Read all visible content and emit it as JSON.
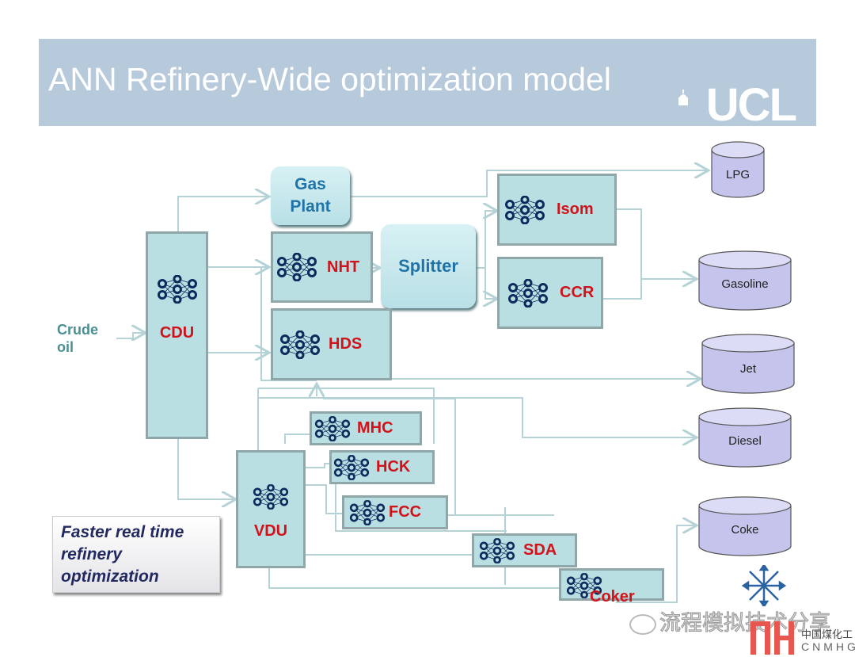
{
  "header": {
    "title": "ANN Refinery-Wide optimization model",
    "logo": "UCL"
  },
  "input": {
    "label_line1": "Crude",
    "label_line2": "oil"
  },
  "units": {
    "cdu": "CDU",
    "gas_plant_line1": "Gas",
    "gas_plant_line2": "Plant",
    "nht": "NHT",
    "splitter": "Splitter",
    "isom": "Isom",
    "ccr": "CCR",
    "hds": "HDS",
    "mhc": "MHC",
    "hck": "HCK",
    "vdu": "VDU",
    "fcc": "FCC",
    "sda": "SDA",
    "coker": "Coker"
  },
  "products": {
    "lpg": "LPG",
    "gasoline": "Gasoline",
    "jet": "Jet",
    "diesel": "Diesel",
    "coke": "Coke"
  },
  "note": {
    "line1": "Faster real time",
    "line2": "refinery",
    "line3": "optimization"
  },
  "icons": {
    "unit_icon": "neural-network-icon",
    "decor": "snowflake-icon"
  },
  "watermark": {
    "text": "流程模拟技术分享",
    "brand_cn": "中国煤化工",
    "brand_en": "CNMHG"
  },
  "colors": {
    "banner": "#b7cadb",
    "unit_fill": "#b9dfe3",
    "unit_border": "#8fa7a9",
    "unit_label": "#d0131a",
    "flow_line": "#b5d3d6",
    "tank_fill": "#c8c8ef",
    "nn_icon": "#0e2a5c"
  }
}
